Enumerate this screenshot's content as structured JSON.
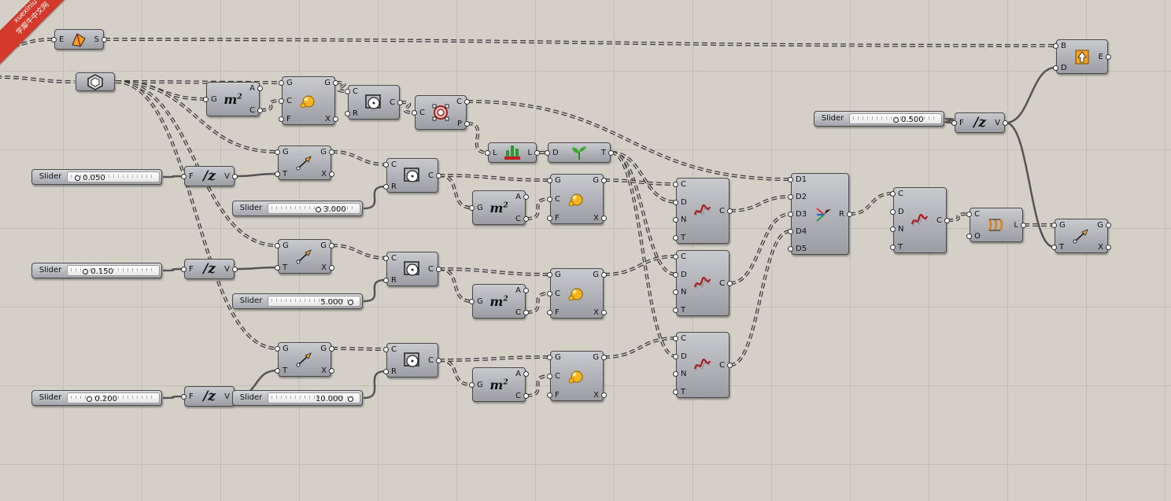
{
  "watermark": {
    "line1": "xuexiniu",
    "line2": "学犀牛中文网",
    "color": "#d33a2c"
  },
  "colors": {
    "canvas": "#d4d0c8",
    "grid": "#c2beb6",
    "wire": "#555555",
    "component": "#aeafb4"
  },
  "components": [
    {
      "id": "explode",
      "icon": "explode-icon",
      "inputs": [
        "E"
      ],
      "outputs": [
        "S"
      ]
    },
    {
      "id": "brep-param",
      "icon": "brep-icon",
      "inputs": [],
      "outputs": []
    },
    {
      "id": "area-top",
      "icon": "area-icon",
      "inputs": [
        "G"
      ],
      "outputs": [
        "A",
        "C"
      ]
    },
    {
      "id": "scale-top",
      "icon": "scale-icon",
      "inputs": [
        "G",
        "C",
        "F"
      ],
      "outputs": [
        "G",
        "X"
      ]
    },
    {
      "id": "circle-top",
      "icon": "circle-icon",
      "inputs": [
        "C",
        "R"
      ],
      "outputs": [
        "C"
      ]
    },
    {
      "id": "ring-comp",
      "icon": "ring-icon",
      "inputs": [
        "C"
      ],
      "outputs": [
        "C",
        "P"
      ]
    },
    {
      "id": "list-item",
      "icon": "list-icon",
      "inputs": [
        "L"
      ],
      "outputs": [
        "L"
      ]
    },
    {
      "id": "graft",
      "icon": "sprout-icon",
      "inputs": [
        "D"
      ],
      "outputs": [
        "T"
      ]
    },
    {
      "id": "move-1",
      "icon": "move-icon",
      "inputs": [
        "G",
        "T"
      ],
      "outputs": [
        "G",
        "X"
      ]
    },
    {
      "id": "move-2",
      "icon": "move-icon",
      "inputs": [
        "G",
        "T"
      ],
      "outputs": [
        "G",
        "X"
      ]
    },
    {
      "id": "move-3",
      "icon": "move-icon",
      "inputs": [
        "G",
        "T"
      ],
      "outputs": [
        "G",
        "X"
      ]
    },
    {
      "id": "unitz-1",
      "icon": "unit-z-icon",
      "inputs": [
        "F"
      ],
      "outputs": [
        "V"
      ]
    },
    {
      "id": "unitz-2",
      "icon": "unit-z-icon",
      "inputs": [
        "F"
      ],
      "outputs": [
        "V"
      ]
    },
    {
      "id": "unitz-3",
      "icon": "unit-z-icon",
      "inputs": [
        "F"
      ],
      "outputs": [
        "V"
      ]
    },
    {
      "id": "circle-1",
      "icon": "circle-icon",
      "inputs": [
        "C",
        "R"
      ],
      "outputs": [
        "C"
      ]
    },
    {
      "id": "circle-2",
      "icon": "circle-icon",
      "inputs": [
        "C",
        "R"
      ],
      "outputs": [
        "C"
      ]
    },
    {
      "id": "circle-3",
      "icon": "circle-icon",
      "inputs": [
        "C",
        "R"
      ],
      "outputs": [
        "C"
      ]
    },
    {
      "id": "area-1",
      "icon": "area-icon",
      "inputs": [
        "G"
      ],
      "outputs": [
        "A",
        "C"
      ]
    },
    {
      "id": "area-2",
      "icon": "area-icon",
      "inputs": [
        "G"
      ],
      "outputs": [
        "A",
        "C"
      ]
    },
    {
      "id": "area-3",
      "icon": "area-icon",
      "inputs": [
        "G"
      ],
      "outputs": [
        "A",
        "C"
      ]
    },
    {
      "id": "scale-1",
      "icon": "scale-icon",
      "inputs": [
        "G",
        "C",
        "F"
      ],
      "outputs": [
        "G",
        "X"
      ]
    },
    {
      "id": "scale-2",
      "icon": "scale-icon",
      "inputs": [
        "G",
        "C",
        "F"
      ],
      "outputs": [
        "G",
        "X"
      ]
    },
    {
      "id": "scale-3",
      "icon": "scale-icon",
      "inputs": [
        "G",
        "C",
        "F"
      ],
      "outputs": [
        "G",
        "X"
      ]
    },
    {
      "id": "curve-1",
      "icon": "nurbs-curve-icon",
      "inputs": [
        "C",
        "D",
        "N",
        "T"
      ],
      "outputs": [
        "C"
      ]
    },
    {
      "id": "curve-2",
      "icon": "nurbs-curve-icon",
      "inputs": [
        "C",
        "D",
        "N",
        "T"
      ],
      "outputs": [
        "C"
      ]
    },
    {
      "id": "curve-3",
      "icon": "nurbs-curve-icon",
      "inputs": [
        "C",
        "D",
        "N",
        "T"
      ],
      "outputs": [
        "C"
      ]
    },
    {
      "id": "merge",
      "icon": "merge-icon",
      "inputs": [
        "D1",
        "D2",
        "D3",
        "D4",
        "D5"
      ],
      "outputs": [
        "R"
      ]
    },
    {
      "id": "curve-4",
      "icon": "nurbs-curve-icon",
      "inputs": [
        "C",
        "D",
        "N",
        "T"
      ],
      "outputs": [
        "C"
      ]
    },
    {
      "id": "loft",
      "icon": "loft-icon",
      "inputs": [
        "C",
        "O"
      ],
      "outputs": [
        "L"
      ]
    },
    {
      "id": "move-4",
      "icon": "move-icon",
      "inputs": [
        "G",
        "T"
      ],
      "outputs": [
        "G",
        "X"
      ]
    },
    {
      "id": "unitz-4",
      "icon": "unit-z-icon",
      "inputs": [
        "F"
      ],
      "outputs": [
        "V"
      ]
    },
    {
      "id": "cap",
      "icon": "cap-icon",
      "inputs": [
        "B",
        "D"
      ],
      "outputs": [
        "E"
      ]
    }
  ],
  "sliders": [
    {
      "id": "s1",
      "label": "Slider",
      "value": "0.050",
      "fraction": 0.05
    },
    {
      "id": "s2",
      "label": "Slider",
      "value": "3.000",
      "fraction": 0.55
    },
    {
      "id": "s3",
      "label": "Slider",
      "value": "0.150",
      "fraction": 0.15
    },
    {
      "id": "s4",
      "label": "Slider",
      "value": "5.000",
      "fraction": 0.95
    },
    {
      "id": "s5",
      "label": "Slider",
      "value": "0.200",
      "fraction": 0.2
    },
    {
      "id": "s6",
      "label": "Slider",
      "value": "10.000",
      "fraction": 0.95
    },
    {
      "id": "s7",
      "label": "Slider",
      "value": "0.500",
      "fraction": 0.5
    }
  ]
}
